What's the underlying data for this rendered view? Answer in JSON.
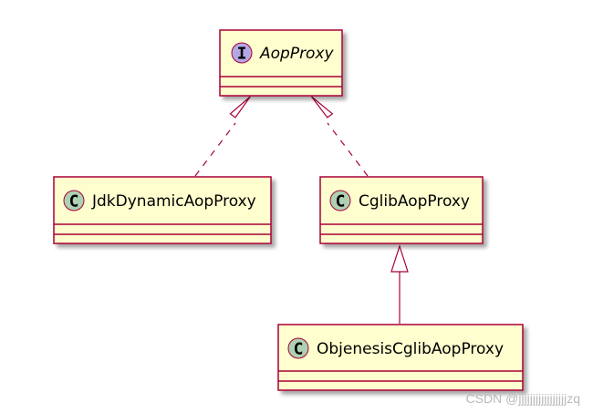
{
  "diagram": {
    "type": "uml-class-diagram",
    "colors": {
      "box_fill": "#FEFECE",
      "box_border": "#A80036",
      "edge": "#A80036",
      "interface_badge": "#B4A7E5",
      "class_badge": "#ADD1B2"
    },
    "nodes": [
      {
        "id": "aop-proxy",
        "kind": "interface",
        "badge_letter": "I",
        "name": "AopProxy"
      },
      {
        "id": "jdk-dynamic-aop-proxy",
        "kind": "class",
        "badge_letter": "C",
        "name": "JdkDynamicAopProxy"
      },
      {
        "id": "cglib-aop-proxy",
        "kind": "class",
        "badge_letter": "C",
        "name": "CglibAopProxy"
      },
      {
        "id": "objenesis-cglib-aop-proxy",
        "kind": "class",
        "badge_letter": "C",
        "name": "ObjenesisCglibAopProxy"
      }
    ],
    "edges": [
      {
        "from": "jdk-dynamic-aop-proxy",
        "to": "aop-proxy",
        "relation": "realization"
      },
      {
        "from": "cglib-aop-proxy",
        "to": "aop-proxy",
        "relation": "realization"
      },
      {
        "from": "objenesis-cglib-aop-proxy",
        "to": "cglib-aop-proxy",
        "relation": "generalization"
      }
    ]
  },
  "watermark": "CSDN @jjjjjjjjjjjjjjjjjzq"
}
